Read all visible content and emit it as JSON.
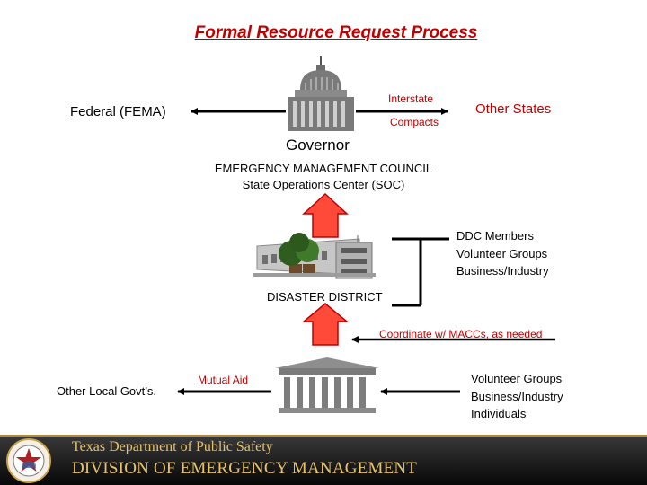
{
  "title": "Formal Resource Request Process",
  "federal": "Federal (FEMA)",
  "interstate": "Interstate",
  "compacts": "Compacts",
  "other_states": "Other States",
  "governor": "Governor",
  "council_line1": "EMERGENCY  MANAGEMENT  COUNCIL",
  "council_line2": "State Operations Center (SOC)",
  "ddc_lines": [
    "DDC Members",
    "Volunteer Groups",
    "Business/Industry"
  ],
  "disaster_district": "DISASTER DISTRICT",
  "coordinate": "Coordinate w/ MACCs, as needed",
  "local_govts": "Other Local Govt’s.",
  "mutual_aid": "Mutual Aid",
  "local_support_lines": [
    "Volunteer Groups",
    "Business/Industry",
    "Individuals"
  ],
  "footer": {
    "line1": "Texas Department of Public Safety",
    "line2": "DIVISION OF EMERGENCY MANAGEMENT"
  },
  "colors": {
    "title": "#c00000",
    "accent_text": "#c00000",
    "arrow_fill": "#ff4a3a",
    "arrow_stroke": "#c00000",
    "footer_text": "#e8c26a"
  },
  "icons": [
    "capitol-icon",
    "office-building-icon",
    "courthouse-icon",
    "dps-seal-icon"
  ]
}
